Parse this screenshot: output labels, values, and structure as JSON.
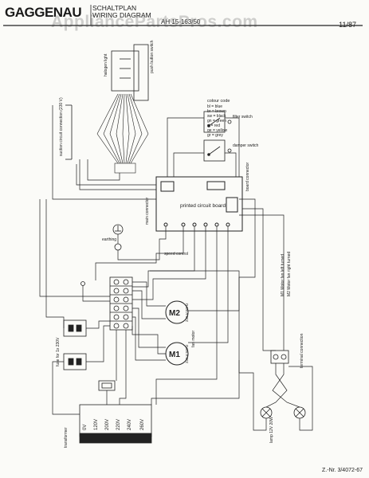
{
  "header": {
    "brand": "GAGGENAU",
    "title_line1": "SCHALTPLAN",
    "title_line2": "WIRING DIAGRAM",
    "model": "AH 15-163/50",
    "date": "11/87",
    "doc_number": "Z.-Nr. 3/4072-67"
  },
  "watermark": "AppliancePartsPros.com",
  "labels": {
    "push_button_switch": "push button switch",
    "halogen_lamp": "halogen light",
    "colour_code_title": "colour code",
    "colour_codes": [
      "bl = blue",
      "br = brown",
      "sw = black",
      "gn = green",
      "rt = red",
      "ge = yellow",
      "gr = grey"
    ],
    "filter_switch": "filter switch",
    "damper_switch": "damper switch",
    "suction_circuit": "suction circuit connection (230 V)",
    "circuit_board": "printed circuit board",
    "main_connector": "main connector",
    "speed_control": "speed control",
    "board_connector": "board connector",
    "earthing": "earthing",
    "motor_m1": "M1",
    "motor_m2": "M2",
    "motor_m1_spec": "230 V 50Hz",
    "motor_m2_spec": "230 V 50Hz",
    "fan_motor": "fan motor",
    "motor_note_1": "M1 Motor fan left turned",
    "motor_note_2": "M2 Motor fan right turned",
    "terminal_connection": "terminal connection",
    "lamp_label": "lamp 12V 20W",
    "transformer": "transformer",
    "fuse_label": "fuse for 1x 230V",
    "tap_0v": "0V",
    "tap_120v": "120V",
    "tap_200v": "200V",
    "tap_220v": "220V",
    "tap_240v": "240V",
    "tap_260v": "260V"
  }
}
